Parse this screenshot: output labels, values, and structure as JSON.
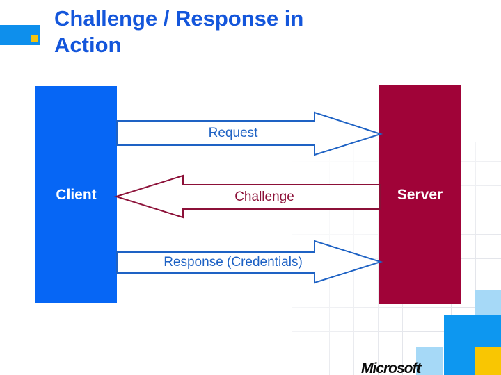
{
  "slide": {
    "title_lines": [
      "Challenge / Response in",
      "Action"
    ],
    "title_full": "Challenge / Response in Action"
  },
  "diagram": {
    "client_label": "Client",
    "server_label": "Server",
    "arrows": [
      {
        "label": "Request",
        "direction": "right",
        "from": "Client",
        "to": "Server",
        "color": "#1E62C4"
      },
      {
        "label": "Challenge",
        "direction": "left",
        "from": "Server",
        "to": "Client",
        "color": "#8C1038"
      },
      {
        "label": "Response (Credentials)",
        "direction": "right",
        "from": "Client",
        "to": "Server",
        "color": "#1E62C4"
      }
    ]
  },
  "footer": {
    "logo_text": "Microsoft"
  },
  "colors": {
    "title_blue": "#1456DB",
    "client_blue": "#0666F5",
    "server_maroon": "#A00338",
    "arrow_blue": "#1E62C4",
    "arrow_maroon": "#8C1038",
    "accent_azure": "#0E8FEC",
    "accent_gold": "#F5C40F",
    "decor_light_blue": "#A6D9F7",
    "decor_bright_blue": "#0D97F0",
    "decor_yellow": "#F9C602",
    "grid_gray": "#E0E2E8"
  }
}
